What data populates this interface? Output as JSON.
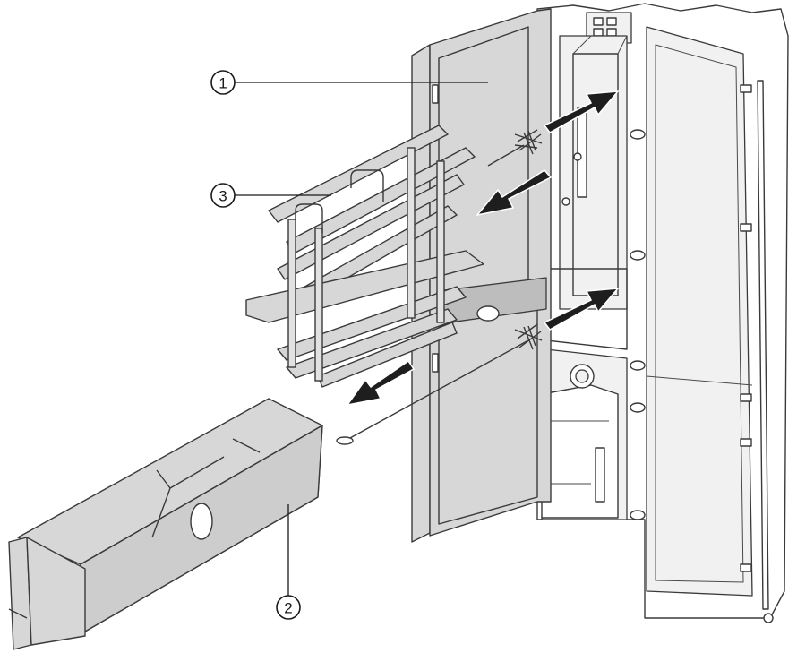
{
  "callouts": [
    {
      "id": "1",
      "label": "1"
    },
    {
      "id": "2",
      "label": "2"
    },
    {
      "id": "3",
      "label": "3"
    }
  ],
  "colors": {
    "part_fill": "#d7d7d7",
    "outline": "#3a3a3a",
    "arrow": "#1e1e1e",
    "background": "#ffffff"
  },
  "icons": [
    "arrow-out-upper",
    "arrow-in-upper",
    "arrow-out-lower",
    "arrow-in-lower",
    "cleaning-brush-upper",
    "cleaning-brush-lower"
  ]
}
